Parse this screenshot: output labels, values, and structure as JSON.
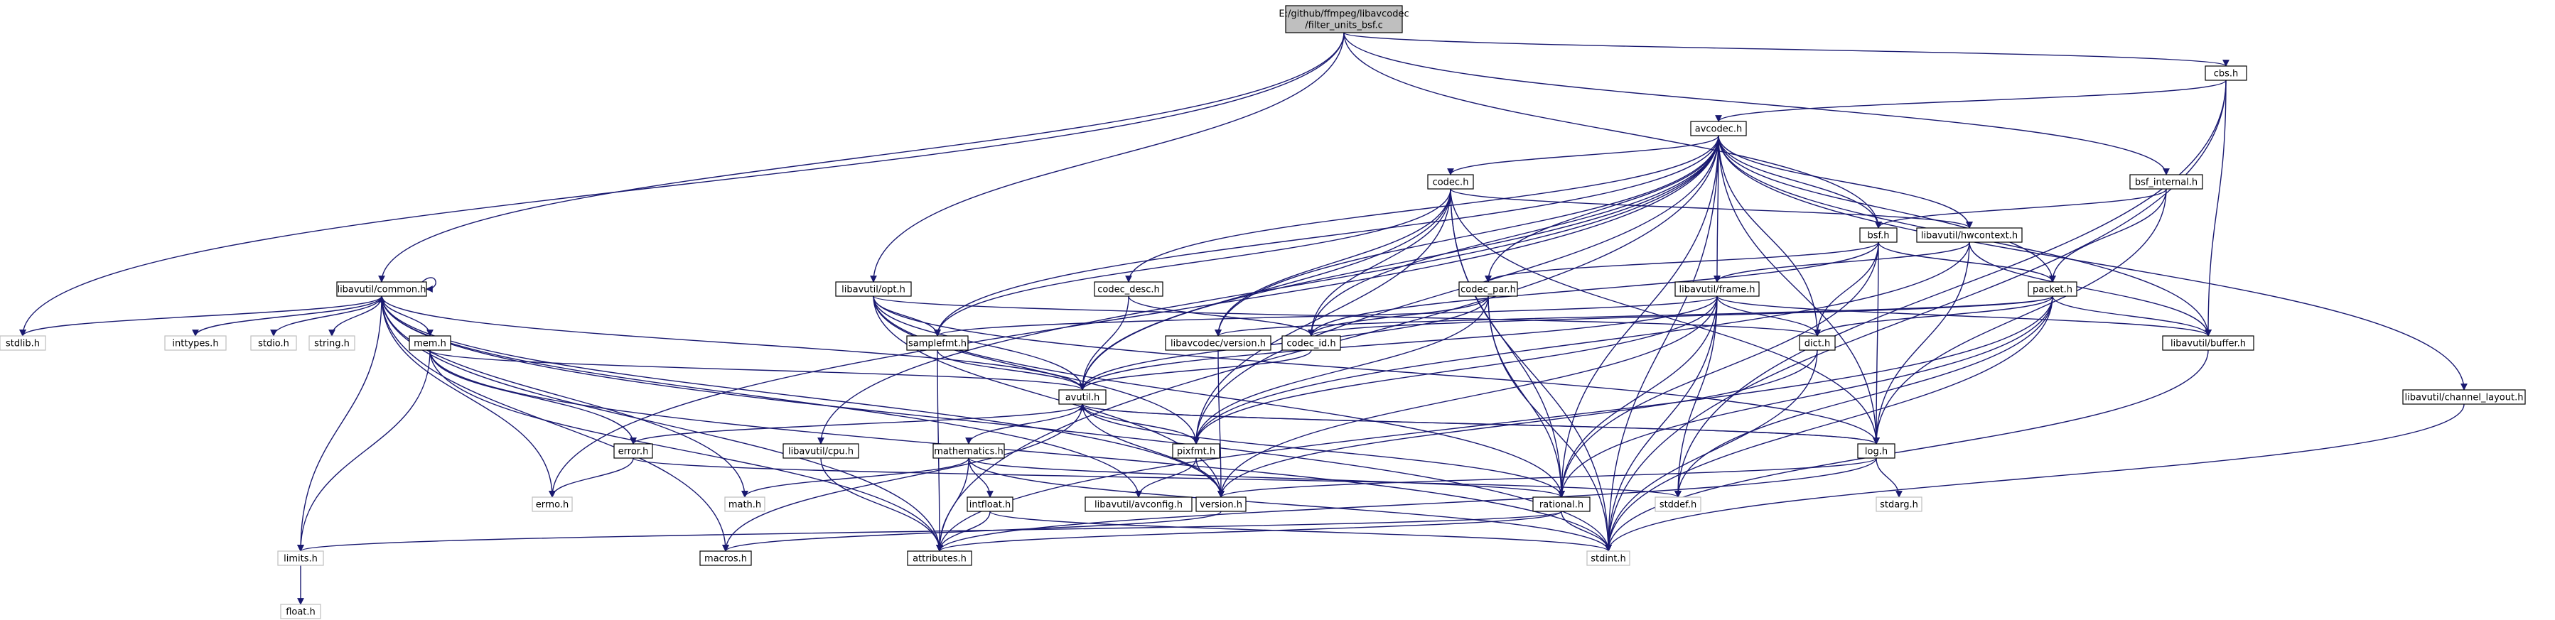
{
  "graph": {
    "edge_color": "#191970",
    "root_fill": "#bfbfbf",
    "internal_border": "#000000",
    "external_border": "#bfbfbf",
    "nodes": [
      {
        "id": "root",
        "lines": [
          "E:/github/ffmpeg/libavcodec",
          "/filter_units_bsf.c"
        ],
        "kind": "root"
      },
      {
        "id": "cbs",
        "lines": [
          "cbs.h"
        ],
        "kind": "int"
      },
      {
        "id": "avcodec",
        "lines": [
          "avcodec.h"
        ],
        "kind": "int"
      },
      {
        "id": "codec",
        "lines": [
          "codec.h"
        ],
        "kind": "int"
      },
      {
        "id": "bsf_internal",
        "lines": [
          "bsf_internal.h"
        ],
        "kind": "int"
      },
      {
        "id": "bsf",
        "lines": [
          "bsf.h"
        ],
        "kind": "int"
      },
      {
        "id": "hwcontext",
        "lines": [
          "libavutil/hwcontext.h"
        ],
        "kind": "int"
      },
      {
        "id": "common",
        "lines": [
          "libavutil/common.h"
        ],
        "kind": "int"
      },
      {
        "id": "opt",
        "lines": [
          "libavutil/opt.h"
        ],
        "kind": "int"
      },
      {
        "id": "codec_desc",
        "lines": [
          "codec_desc.h"
        ],
        "kind": "int"
      },
      {
        "id": "codec_par",
        "lines": [
          "codec_par.h"
        ],
        "kind": "int"
      },
      {
        "id": "frame",
        "lines": [
          "libavutil/frame.h"
        ],
        "kind": "int"
      },
      {
        "id": "packet",
        "lines": [
          "packet.h"
        ],
        "kind": "int"
      },
      {
        "id": "stdlib",
        "lines": [
          "stdlib.h"
        ],
        "kind": "ext"
      },
      {
        "id": "inttypes",
        "lines": [
          "inttypes.h"
        ],
        "kind": "ext"
      },
      {
        "id": "stdio",
        "lines": [
          "stdio.h"
        ],
        "kind": "ext"
      },
      {
        "id": "string",
        "lines": [
          "string.h"
        ],
        "kind": "ext"
      },
      {
        "id": "mem",
        "lines": [
          "mem.h"
        ],
        "kind": "int"
      },
      {
        "id": "samplefmt",
        "lines": [
          "samplefmt.h"
        ],
        "kind": "int"
      },
      {
        "id": "version_avc",
        "lines": [
          "libavcodec/version.h"
        ],
        "kind": "int"
      },
      {
        "id": "codec_id",
        "lines": [
          "codec_id.h"
        ],
        "kind": "int"
      },
      {
        "id": "dict",
        "lines": [
          "dict.h"
        ],
        "kind": "int"
      },
      {
        "id": "buffer",
        "lines": [
          "libavutil/buffer.h"
        ],
        "kind": "int"
      },
      {
        "id": "channel_layout",
        "lines": [
          "libavutil/channel_layout.h"
        ],
        "kind": "int"
      },
      {
        "id": "avutil",
        "lines": [
          "avutil.h"
        ],
        "kind": "int"
      },
      {
        "id": "error",
        "lines": [
          "error.h"
        ],
        "kind": "int"
      },
      {
        "id": "cpu",
        "lines": [
          "libavutil/cpu.h"
        ],
        "kind": "int"
      },
      {
        "id": "mathematics",
        "lines": [
          "mathematics.h"
        ],
        "kind": "int"
      },
      {
        "id": "pixfmt",
        "lines": [
          "pixfmt.h"
        ],
        "kind": "int"
      },
      {
        "id": "log",
        "lines": [
          "log.h"
        ],
        "kind": "int"
      },
      {
        "id": "errno",
        "lines": [
          "errno.h"
        ],
        "kind": "ext"
      },
      {
        "id": "math",
        "lines": [
          "math.h"
        ],
        "kind": "ext"
      },
      {
        "id": "intfloat",
        "lines": [
          "intfloat.h"
        ],
        "kind": "int"
      },
      {
        "id": "avconfig",
        "lines": [
          "libavutil/avconfig.h"
        ],
        "kind": "int"
      },
      {
        "id": "version",
        "lines": [
          "version.h"
        ],
        "kind": "int"
      },
      {
        "id": "rational",
        "lines": [
          "rational.h"
        ],
        "kind": "int"
      },
      {
        "id": "stddef",
        "lines": [
          "stddef.h"
        ],
        "kind": "ext"
      },
      {
        "id": "stdarg",
        "lines": [
          "stdarg.h"
        ],
        "kind": "ext"
      },
      {
        "id": "limits",
        "lines": [
          "limits.h"
        ],
        "kind": "ext"
      },
      {
        "id": "macros",
        "lines": [
          "macros.h"
        ],
        "kind": "int"
      },
      {
        "id": "attributes",
        "lines": [
          "attributes.h"
        ],
        "kind": "int"
      },
      {
        "id": "stdint",
        "lines": [
          "stdint.h"
        ],
        "kind": "ext"
      },
      {
        "id": "float",
        "lines": [
          "float.h"
        ],
        "kind": "ext"
      }
    ],
    "edges": [
      [
        "root",
        "cbs"
      ],
      [
        "root",
        "common"
      ],
      [
        "root",
        "opt"
      ],
      [
        "root",
        "stdlib"
      ],
      [
        "root",
        "bsf_internal"
      ],
      [
        "root",
        "bsf"
      ],
      [
        "cbs",
        "avcodec"
      ],
      [
        "cbs",
        "buffer"
      ],
      [
        "cbs",
        "stddef"
      ],
      [
        "cbs",
        "stdint"
      ],
      [
        "avcodec",
        "errno"
      ],
      [
        "avcodec",
        "samplefmt"
      ],
      [
        "avcodec",
        "attributes"
      ],
      [
        "avcodec",
        "avutil"
      ],
      [
        "avcodec",
        "buffer"
      ],
      [
        "avcodec",
        "cpu"
      ],
      [
        "avcodec",
        "channel_layout"
      ],
      [
        "avcodec",
        "dict"
      ],
      [
        "avcodec",
        "frame"
      ],
      [
        "avcodec",
        "log"
      ],
      [
        "avcodec",
        "pixfmt"
      ],
      [
        "avcodec",
        "rational"
      ],
      [
        "avcodec",
        "version_avc"
      ],
      [
        "avcodec",
        "codec"
      ],
      [
        "avcodec",
        "codec_desc"
      ],
      [
        "avcodec",
        "codec_id"
      ],
      [
        "avcodec",
        "codec_par"
      ],
      [
        "avcodec",
        "packet"
      ],
      [
        "avcodec",
        "bsf"
      ],
      [
        "avcodec",
        "hwcontext"
      ],
      [
        "avcodec",
        "stdint"
      ],
      [
        "codec",
        "stdint"
      ],
      [
        "codec",
        "avutil"
      ],
      [
        "codec",
        "hwcontext"
      ],
      [
        "codec",
        "log"
      ],
      [
        "codec",
        "pixfmt"
      ],
      [
        "codec",
        "rational"
      ],
      [
        "codec",
        "samplefmt"
      ],
      [
        "codec",
        "version_avc"
      ],
      [
        "codec",
        "codec_id"
      ],
      [
        "bsf_internal",
        "bsf"
      ],
      [
        "bsf_internal",
        "packet"
      ],
      [
        "bsf_internal",
        "log"
      ],
      [
        "bsf",
        "dict"
      ],
      [
        "bsf",
        "log"
      ],
      [
        "bsf",
        "rational"
      ],
      [
        "bsf",
        "codec_id"
      ],
      [
        "bsf",
        "codec_par"
      ],
      [
        "bsf",
        "packet"
      ],
      [
        "hwcontext",
        "buffer"
      ],
      [
        "hwcontext",
        "frame"
      ],
      [
        "hwcontext",
        "log"
      ],
      [
        "hwcontext",
        "pixfmt"
      ],
      [
        "common",
        "errno"
      ],
      [
        "common",
        "inttypes"
      ],
      [
        "common",
        "limits"
      ],
      [
        "common",
        "math"
      ],
      [
        "common",
        "stdint"
      ],
      [
        "common",
        "stdio"
      ],
      [
        "common",
        "stdlib"
      ],
      [
        "common",
        "string"
      ],
      [
        "common",
        "attributes"
      ],
      [
        "common",
        "macros"
      ],
      [
        "common",
        "version"
      ],
      [
        "common",
        "avconfig"
      ],
      [
        "common",
        "mem"
      ],
      [
        "common",
        "common"
      ],
      [
        "opt",
        "rational"
      ],
      [
        "opt",
        "avutil"
      ],
      [
        "opt",
        "dict"
      ],
      [
        "opt",
        "log"
      ],
      [
        "opt",
        "pixfmt"
      ],
      [
        "opt",
        "samplefmt"
      ],
      [
        "opt",
        "version"
      ],
      [
        "codec_desc",
        "avutil"
      ],
      [
        "codec_desc",
        "codec_id"
      ],
      [
        "codec_par",
        "stdint"
      ],
      [
        "codec_par",
        "avutil"
      ],
      [
        "codec_par",
        "rational"
      ],
      [
        "codec_par",
        "pixfmt"
      ],
      [
        "codec_par",
        "codec_id"
      ],
      [
        "frame",
        "stddef"
      ],
      [
        "frame",
        "stdint"
      ],
      [
        "frame",
        "avutil"
      ],
      [
        "frame",
        "buffer"
      ],
      [
        "frame",
        "dict"
      ],
      [
        "frame",
        "rational"
      ],
      [
        "frame",
        "samplefmt"
      ],
      [
        "frame",
        "pixfmt"
      ],
      [
        "frame",
        "version"
      ],
      [
        "packet",
        "stddef"
      ],
      [
        "packet",
        "stdint"
      ],
      [
        "packet",
        "attributes"
      ],
      [
        "packet",
        "buffer"
      ],
      [
        "packet",
        "dict"
      ],
      [
        "packet",
        "rational"
      ],
      [
        "packet",
        "codec_id"
      ],
      [
        "packet",
        "version_avc"
      ],
      [
        "mem",
        "limits"
      ],
      [
        "mem",
        "stdint"
      ],
      [
        "mem",
        "attributes"
      ],
      [
        "mem",
        "error"
      ],
      [
        "mem",
        "avutil"
      ],
      [
        "samplefmt",
        "avutil"
      ],
      [
        "samplefmt",
        "attributes"
      ],
      [
        "version_avc",
        "version"
      ],
      [
        "codec_id",
        "avutil"
      ],
      [
        "dict",
        "stdint"
      ],
      [
        "dict",
        "version"
      ],
      [
        "buffer",
        "stdint"
      ],
      [
        "channel_layout",
        "stdint"
      ],
      [
        "avutil",
        "common"
      ],
      [
        "avutil",
        "error"
      ],
      [
        "avutil",
        "rational"
      ],
      [
        "avutil",
        "version"
      ],
      [
        "avutil",
        "macros"
      ],
      [
        "avutil",
        "mathematics"
      ],
      [
        "avutil",
        "log"
      ],
      [
        "avutil",
        "pixfmt"
      ],
      [
        "error",
        "errno"
      ],
      [
        "error",
        "stddef"
      ],
      [
        "cpu",
        "attributes"
      ],
      [
        "mathematics",
        "stdint"
      ],
      [
        "mathematics",
        "math"
      ],
      [
        "mathematics",
        "attributes"
      ],
      [
        "mathematics",
        "rational"
      ],
      [
        "mathematics",
        "intfloat"
      ],
      [
        "intfloat",
        "stdint"
      ],
      [
        "intfloat",
        "attributes"
      ],
      [
        "pixfmt",
        "avconfig"
      ],
      [
        "pixfmt",
        "version"
      ],
      [
        "log",
        "stdarg"
      ],
      [
        "log",
        "avutil"
      ],
      [
        "log",
        "attributes"
      ],
      [
        "log",
        "version"
      ],
      [
        "rational",
        "stdint"
      ],
      [
        "rational",
        "limits"
      ],
      [
        "rational",
        "attributes"
      ],
      [
        "version",
        "macros"
      ],
      [
        "limits",
        "float"
      ]
    ]
  }
}
